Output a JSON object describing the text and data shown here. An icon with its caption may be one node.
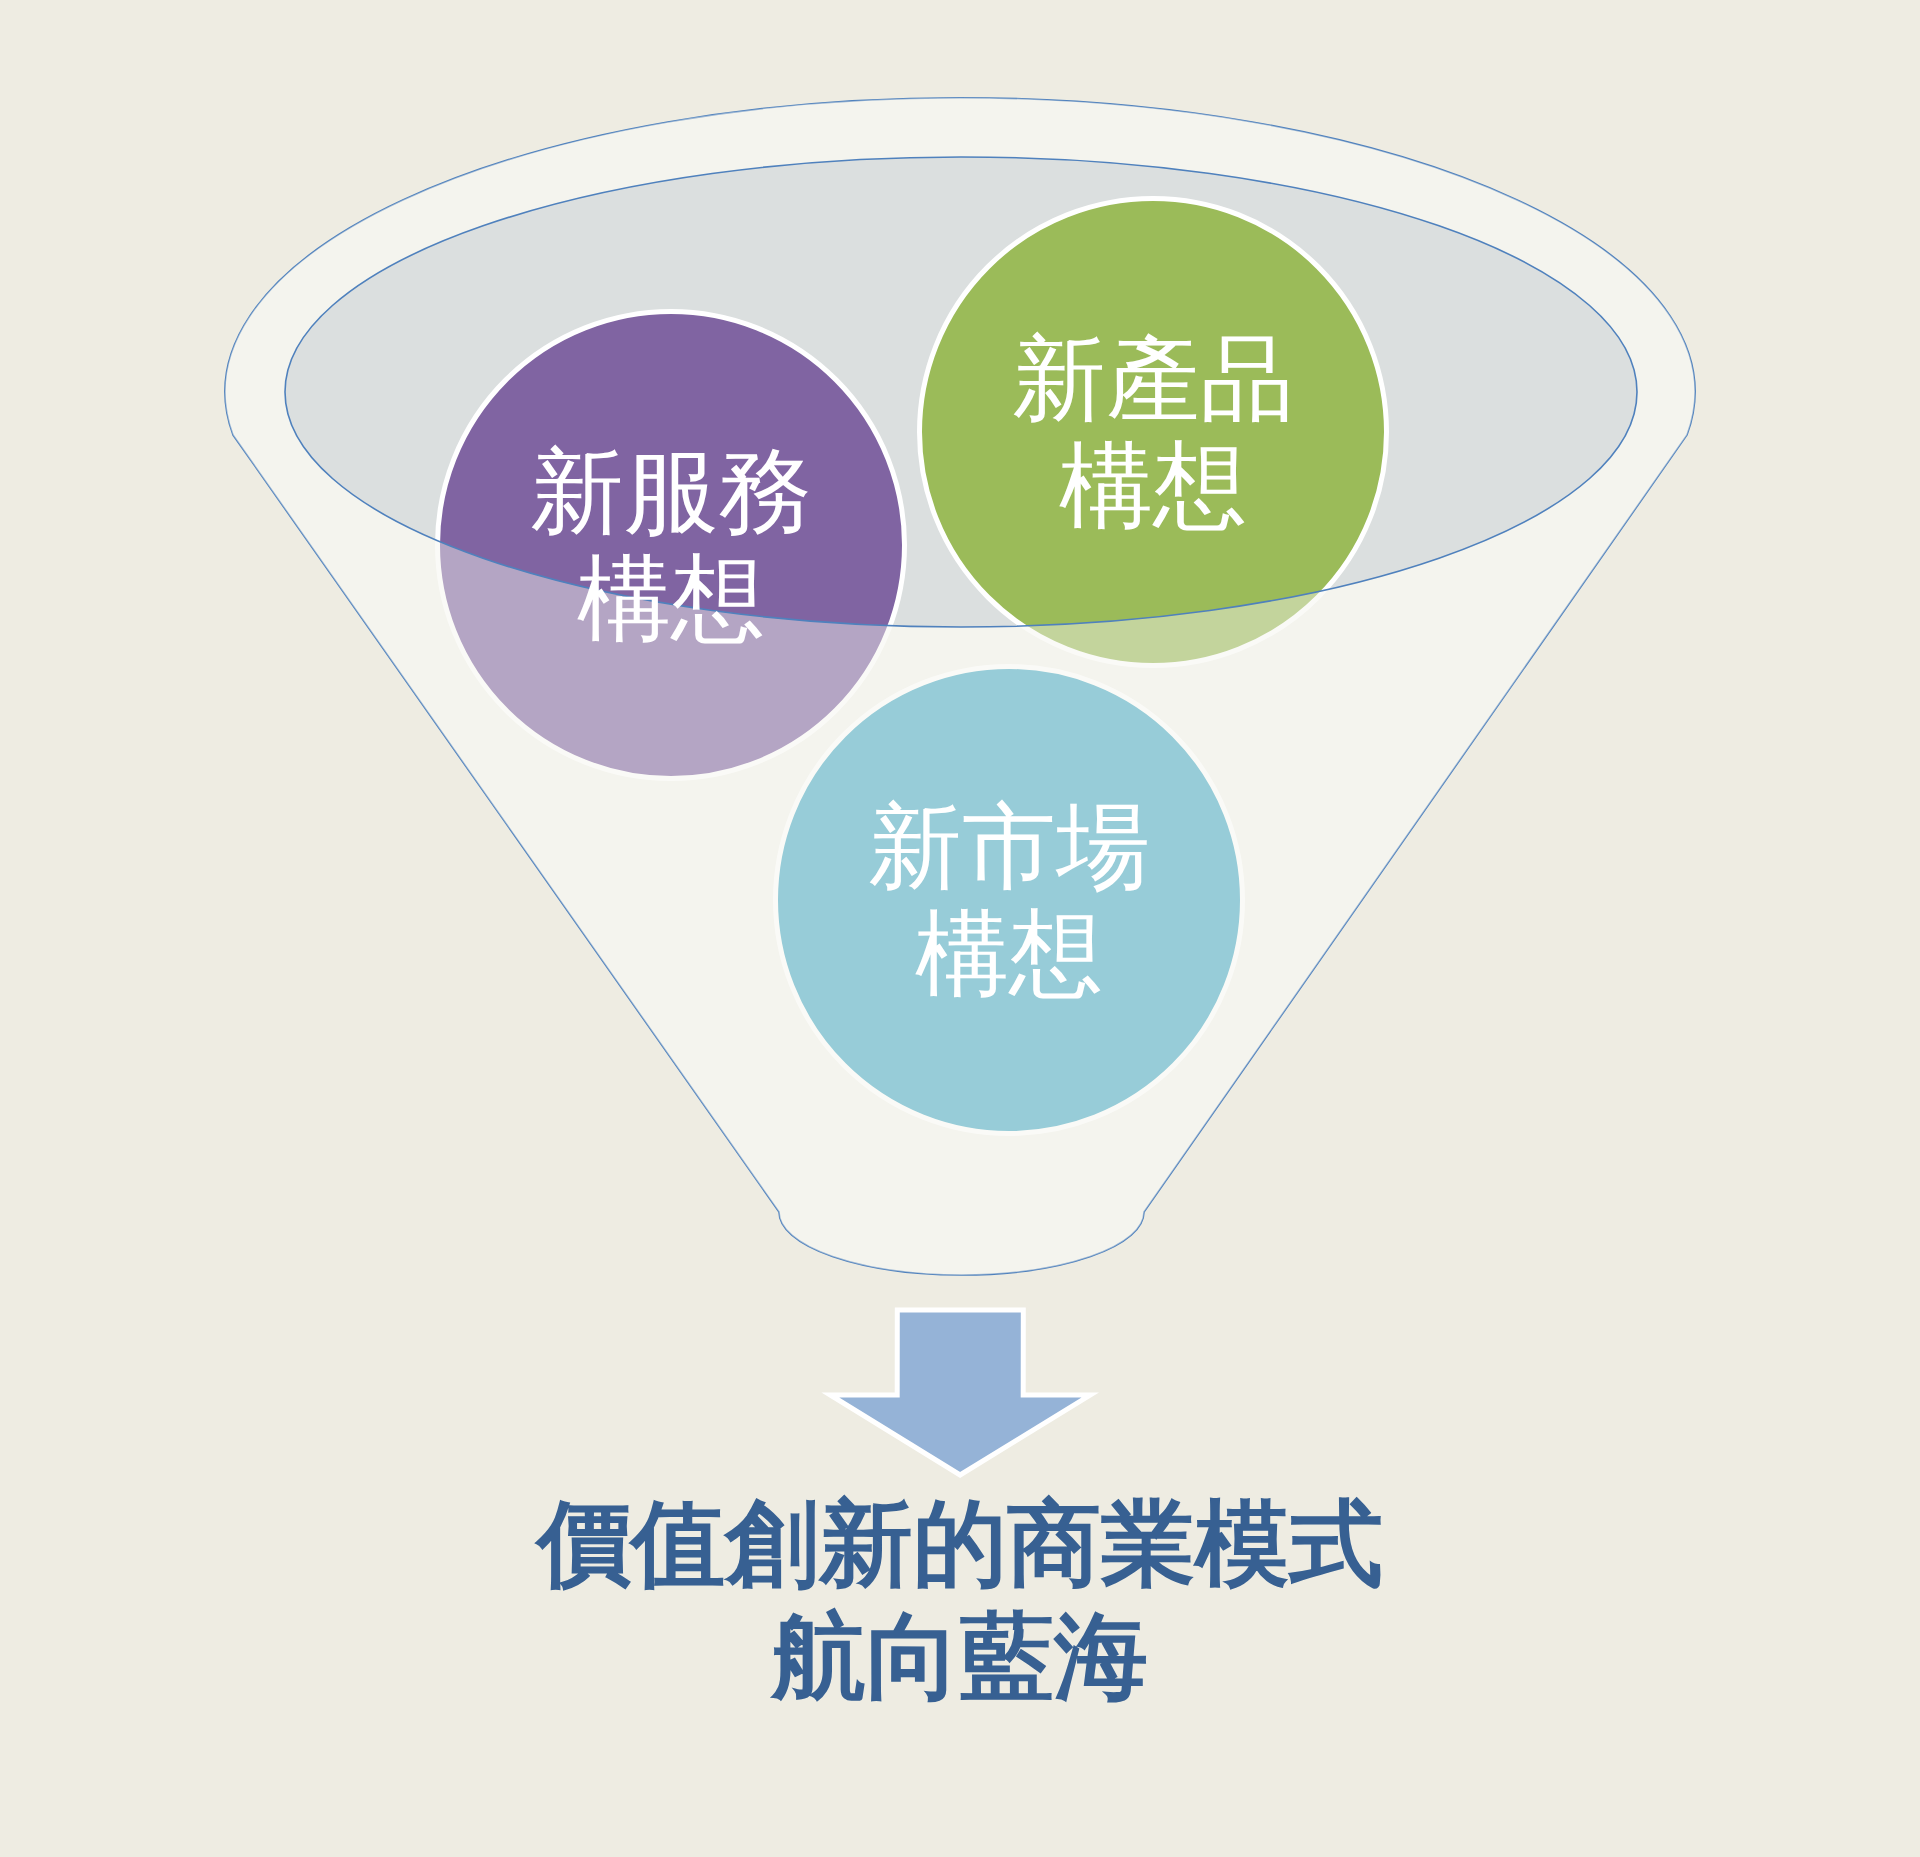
{
  "diagram": {
    "nodes": [
      {
        "text": [],
        "shape": "funnel"
      },
      {
        "text": [
          "新服務構想"
        ],
        "in": 0
      },
      {
        "text": [
          "新產品構想"
        ],
        "in": 0
      },
      {
        "text": [
          "新市場構想"
        ],
        "in": 0
      },
      {
        "text": [
          "價值創新的商業模式航向藍海"
        ]
      }
    ],
    "edges": [
      {
        "from": 0,
        "to": 4,
        "arrow": "to",
        "style": "thick"
      }
    ]
  }
}
